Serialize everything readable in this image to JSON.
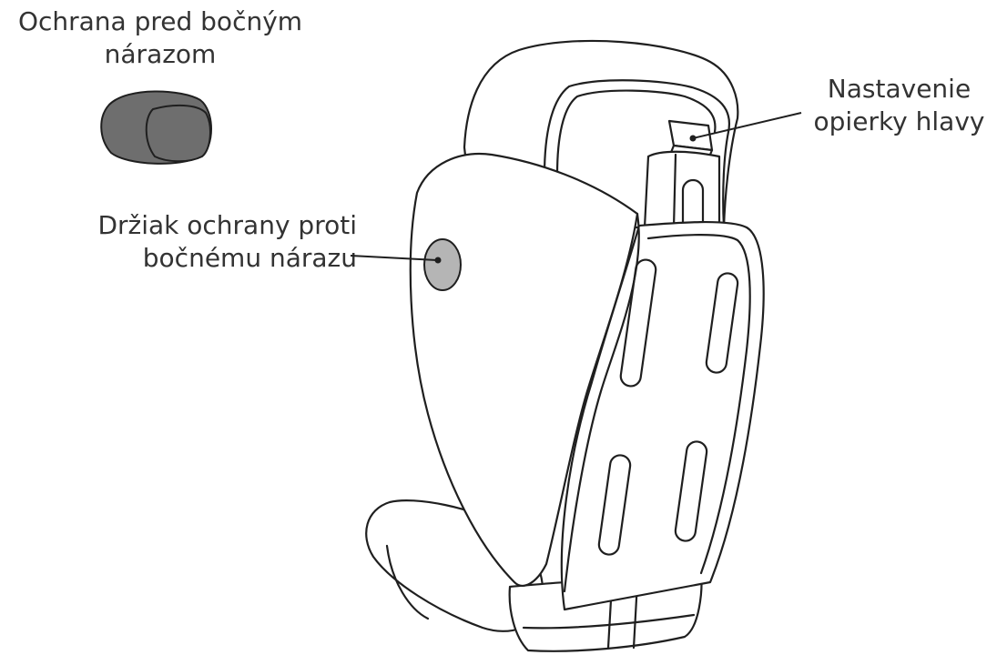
{
  "labels": {
    "side_impact_protection": {
      "line1": "Ochrana pred bočným",
      "line2": "nárazom"
    },
    "side_impact_holder": {
      "line1": "Držiak ochrany proti",
      "line2": "bočnému nárazu"
    },
    "headrest_adjustment": {
      "line1": "Nastavenie",
      "line2": "opierky hlavy"
    }
  },
  "colors": {
    "side_protector_fill": "#6e6e6e",
    "holder_fill": "#b5b5b5",
    "outline": "#1f1f1f",
    "text": "#333333"
  }
}
